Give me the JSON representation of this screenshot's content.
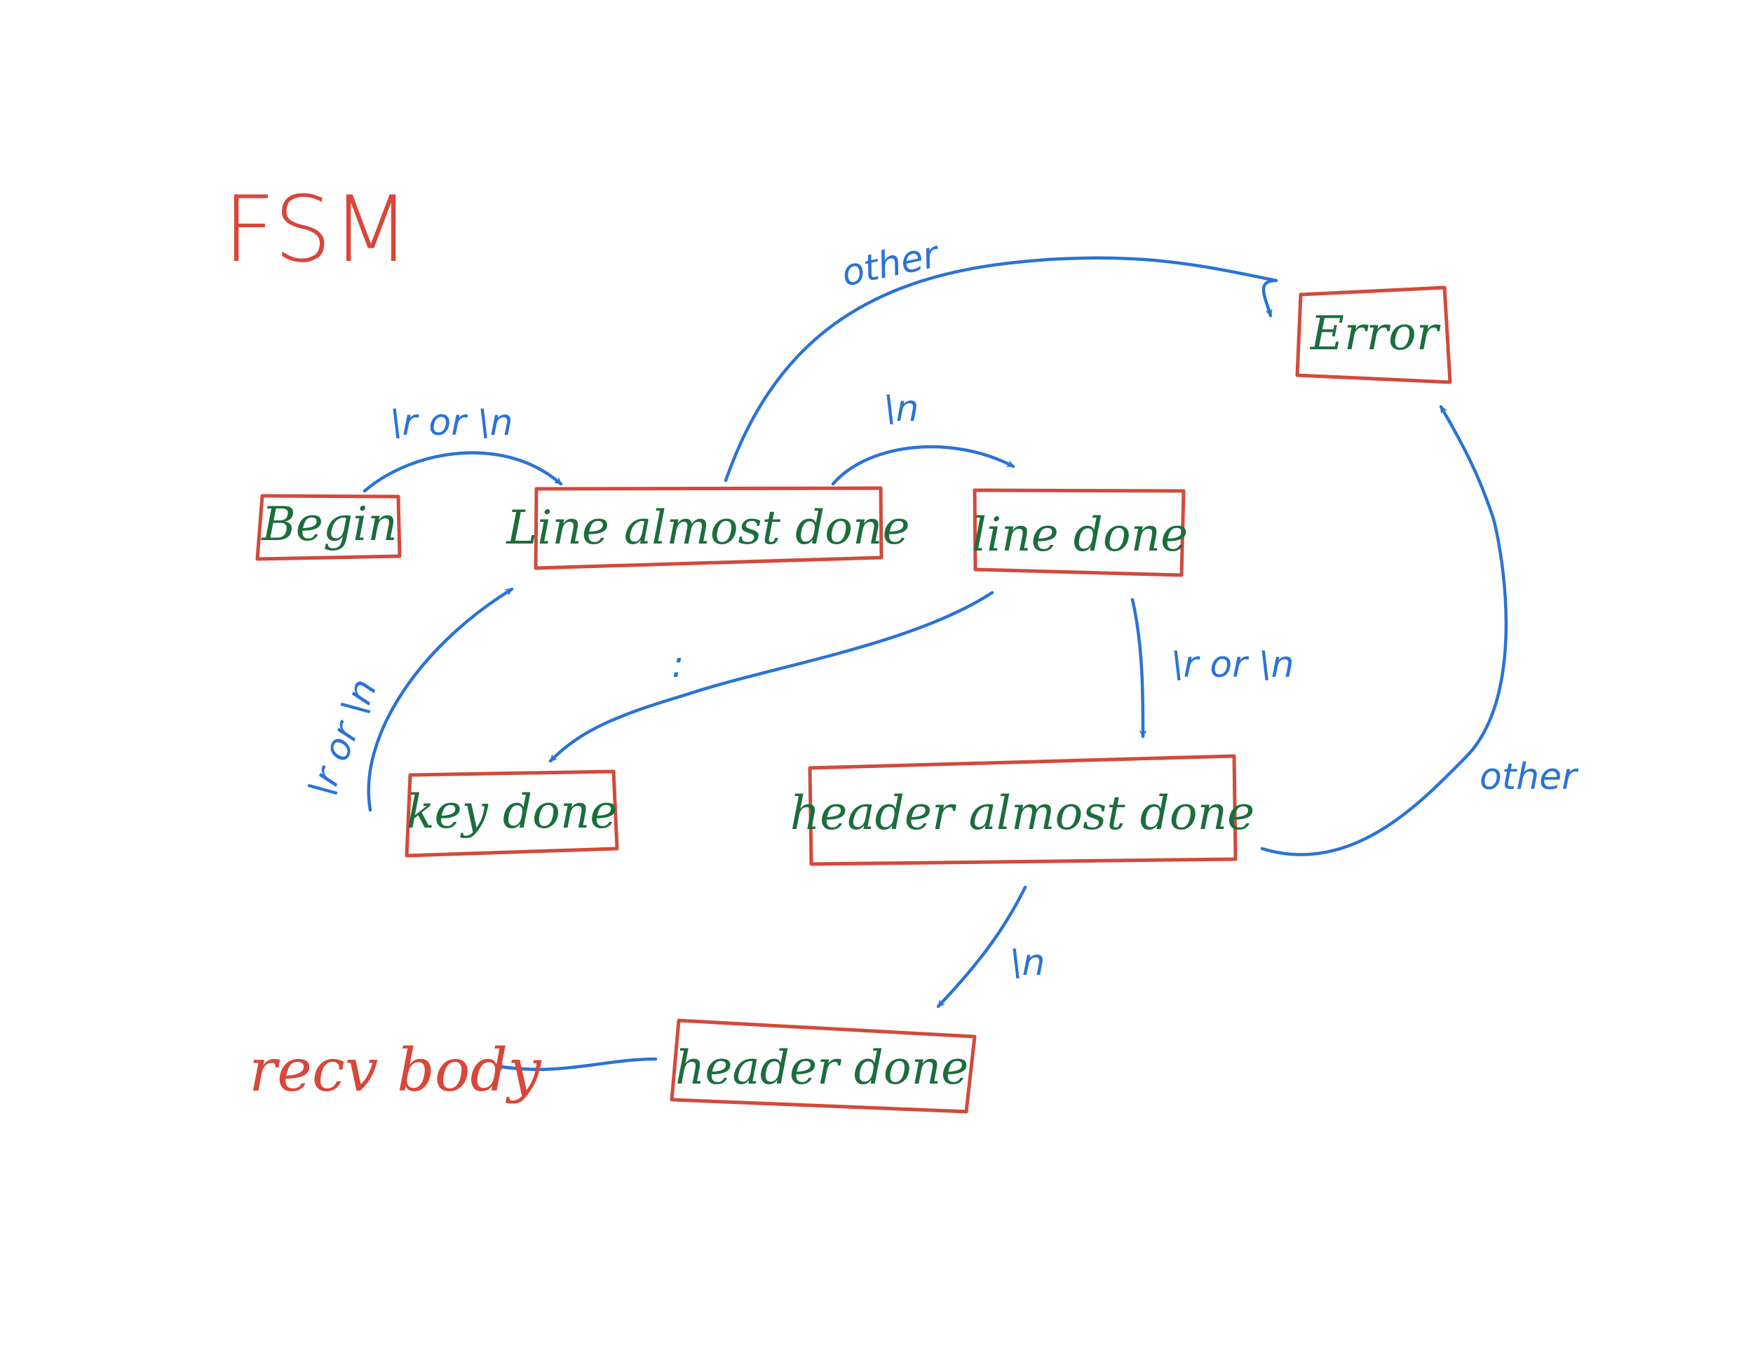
{
  "title": "FSM",
  "colors": {
    "state_border": "#d24a3c",
    "state_text": "#1b6e3c",
    "edge": "#2a73d6",
    "title": "#d9463a"
  },
  "states": {
    "begin": "Begin",
    "line_almost_done": "Line almost done",
    "line_done": "line done",
    "error": "Error",
    "key_done": "key done",
    "header_almost_done": "header almost done",
    "header_done": "header done"
  },
  "terminal": "recv body",
  "edges": {
    "begin_to_line_almost_done": "\\r or \\n",
    "line_almost_done_to_line_done": "\\n",
    "line_almost_done_to_error": "other",
    "line_done_to_key_done": ":",
    "line_done_to_header_almost_done": "\\r or \\n",
    "key_done_to_line_almost_done": "\\r or \\n",
    "header_almost_done_to_error": "other",
    "header_almost_done_to_header_done": "\\n"
  }
}
